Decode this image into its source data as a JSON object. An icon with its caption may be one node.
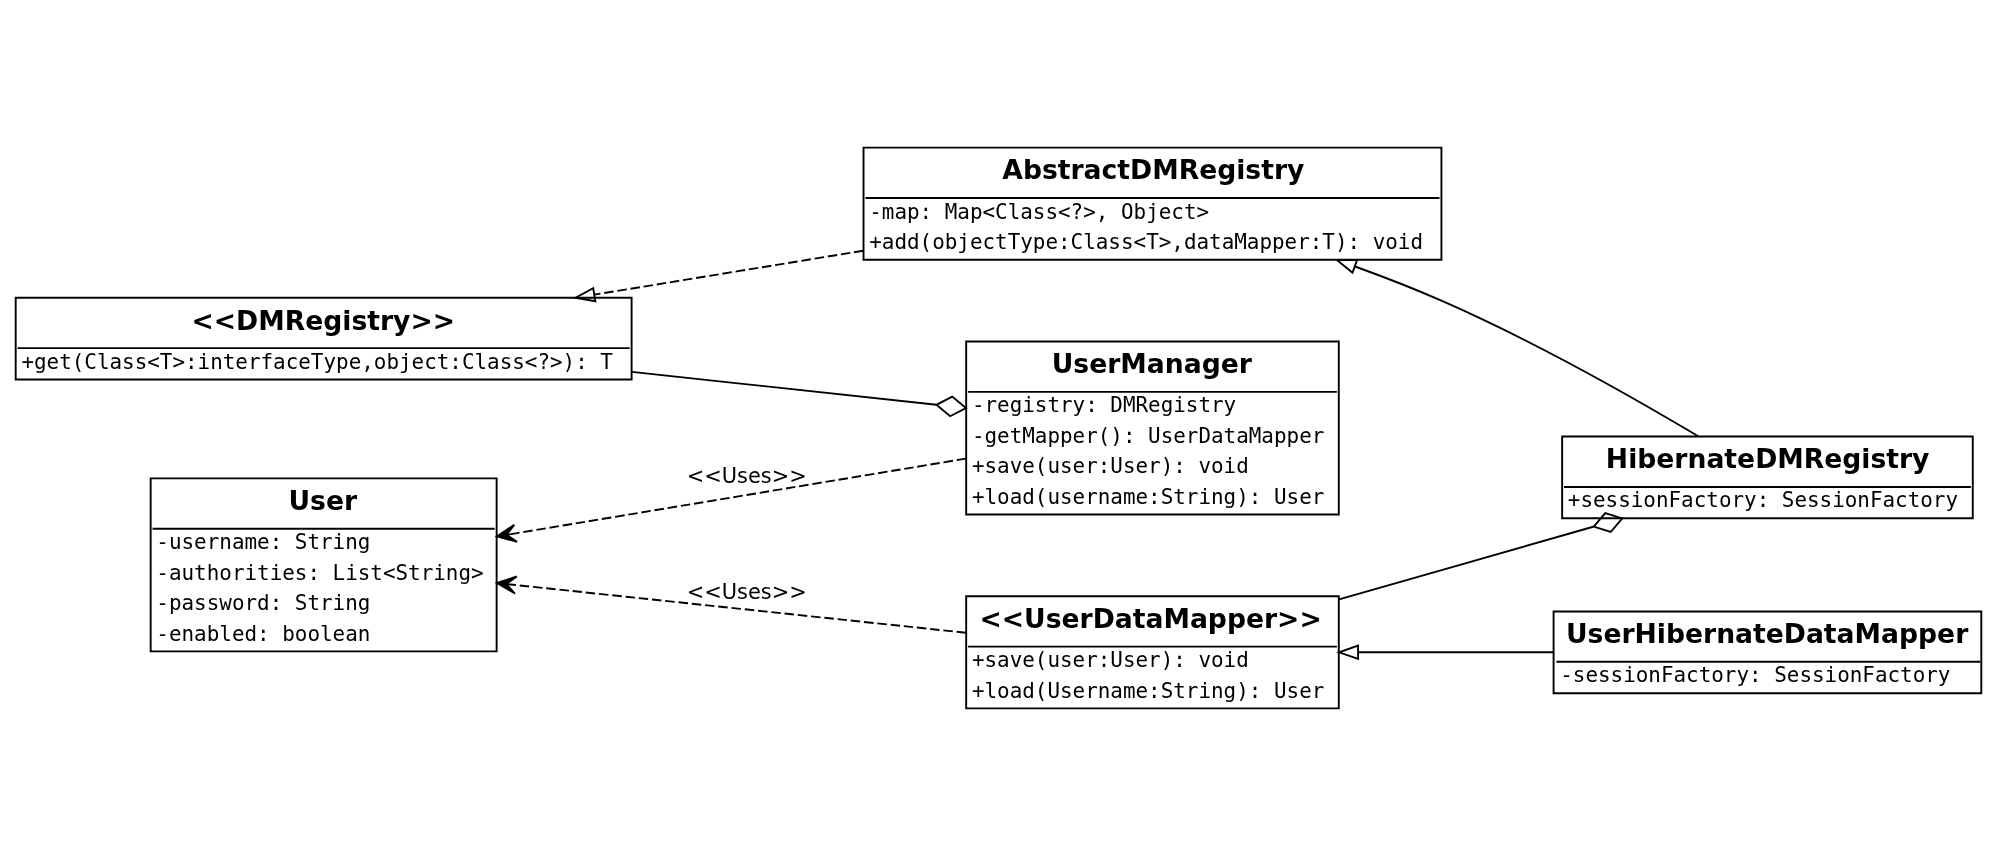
{
  "diagram": {
    "nodes": [
      {
        "text": [
          "UserManager",
          "-registry: DMRegistry",
          "-getMapper(): UserDataMapper",
          "+save(user:User): void",
          "+load(username:String): User"
        ]
      },
      {
        "text": [
          "<<DMRegistry>>",
          "+get(Class<T>:interfaceType,object:Class<?>): T"
        ]
      },
      {
        "text": [
          "User",
          "-username: String",
          "-authorities: List<String>",
          "-password: String",
          "-enabled: boolean"
        ]
      },
      {
        "text": [
          "AbstractDMRegistry",
          "-map: Map<Class<?>, Object>",
          "+add(objectType:Class<T>,dataMapper:T): void"
        ]
      },
      {
        "text": [
          "<<UserDataMapper>>",
          "+save(user:User): void",
          "+load(Username:String): User"
        ]
      },
      {
        "text": [
          "HibernateDMRegistry",
          "+sessionFactory: SessionFactory"
        ]
      },
      {
        "text": [
          "UserHibernateDataMapper",
          "-sessionFactory: SessionFactory"
        ]
      }
    ],
    "edges": [
      {
        "from": 0,
        "to": 1,
        "arrow": "other"
      },
      {
        "from": 0,
        "to": 2,
        "arrow": "to",
        "style": "dashed",
        "label": "<<Uses>>"
      },
      {
        "from": 3,
        "to": 1,
        "arrow": "to",
        "style": "dashed"
      },
      {
        "from": 4,
        "to": 2,
        "arrow": "to",
        "style": "dashed",
        "label": "<<Uses>>"
      },
      {
        "from": 5,
        "to": 3,
        "arrow": "to"
      },
      {
        "from": 5,
        "to": 4,
        "arrow": "other"
      },
      {
        "from": 6,
        "to": 4,
        "arrow": "to"
      }
    ]
  }
}
